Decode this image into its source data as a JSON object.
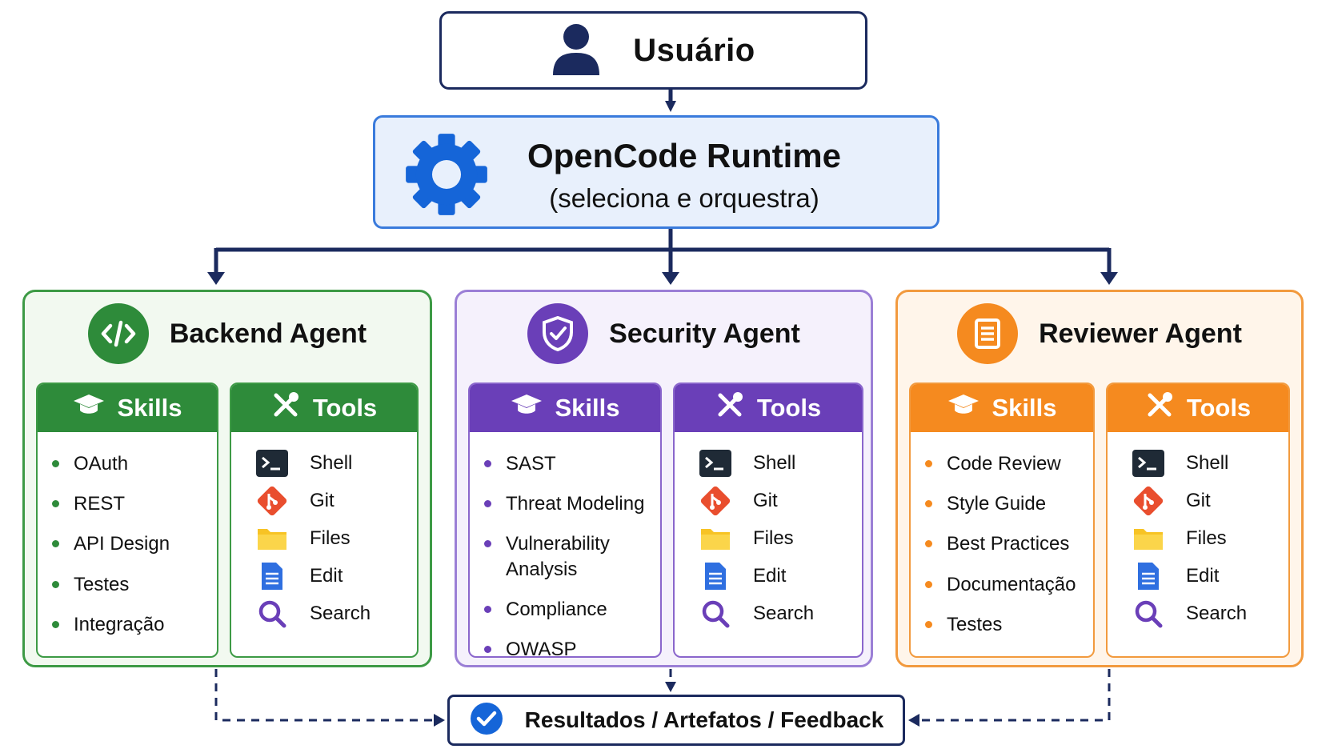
{
  "user": {
    "label": "Usuário",
    "icon": "user-icon"
  },
  "runtime": {
    "title": "OpenCode Runtime",
    "subtitle": "(seleciona e orquestra)",
    "icon": "gear-icon"
  },
  "agents": [
    {
      "name": "Backend Agent",
      "icon": "code-icon",
      "color": "#2e8b3a",
      "skills_label": "Skills",
      "tools_label": "Tools",
      "skills": [
        "OAuth",
        "REST",
        "API Design",
        "Testes",
        "Integração"
      ],
      "tools": [
        "Shell",
        "Git",
        "Files",
        "Edit",
        "Search"
      ]
    },
    {
      "name": "Security Agent",
      "icon": "shield-check-icon",
      "color": "#6a3fb8",
      "skills_label": "Skills",
      "tools_label": "Tools",
      "skills": [
        "SAST",
        "Threat Modeling",
        "Vulnerability Analysis",
        "Compliance",
        "OWASP"
      ],
      "tools": [
        "Shell",
        "Git",
        "Files",
        "Edit",
        "Search"
      ]
    },
    {
      "name": "Reviewer Agent",
      "icon": "document-icon",
      "color": "#f58a1f",
      "skills_label": "Skills",
      "tools_label": "Tools",
      "skills": [
        "Code Review",
        "Style Guide",
        "Best Practices",
        "Documentação",
        "Testes"
      ],
      "tools": [
        "Shell",
        "Git",
        "Files",
        "Edit",
        "Search"
      ]
    }
  ],
  "results": {
    "label": "Resultados / Artefatos / Feedback",
    "icon": "check-circle-icon"
  },
  "colors": {
    "navy": "#1b2a5e",
    "blue": "#3a7bdc"
  }
}
